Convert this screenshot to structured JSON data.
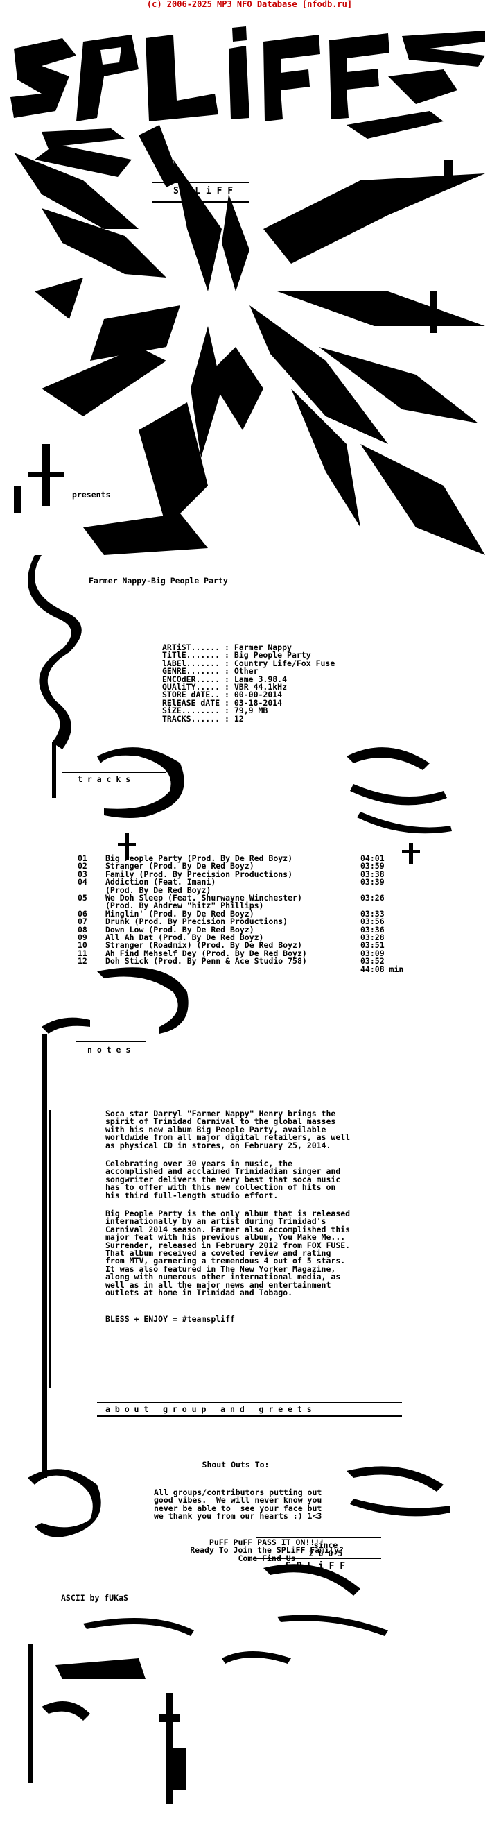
{
  "header": {
    "copyright": "(c) 2006-2025 MP3 NFO Database [nfodb.ru]"
  },
  "brand": {
    "name": "S P L i F F",
    "footer_name": "S P L i F F",
    "since": "since",
    "year": "2 0 0 5"
  },
  "presents": "presents",
  "release": {
    "title": "Farmer Nappy-Big People Party"
  },
  "info": [
    {
      "label": "ARTiST......",
      "value": "Farmer Nappy"
    },
    {
      "label": "TiTlE.......",
      "value": "Big People Party"
    },
    {
      "label": "lABEl.......",
      "value": "Country Life/Fox Fuse"
    },
    {
      "label": "GENRE.......",
      "value": "Other"
    },
    {
      "label": "ENCOdER.....",
      "value": "Lame 3.98.4"
    },
    {
      "label": "QUAliTY.....",
      "value": "VBR 44.1kHz"
    },
    {
      "label": "STORE dATE..",
      "value": "00-00-2014"
    },
    {
      "label": "RElEASE dATE",
      "value": "03-18-2014"
    },
    {
      "label": "SiZE........",
      "value": "79,9 MB"
    },
    {
      "label": "TRACKS......",
      "value": "12"
    }
  ],
  "sections": {
    "tracks": "t r a c k s",
    "notes": "n o t e s",
    "about": "a b o u t   g r o u p   a n d   g r e e t s"
  },
  "tracks": [
    {
      "num": "01",
      "title": "Big People Party (Prod. By De Red Boyz)",
      "time": "04:01"
    },
    {
      "num": "02",
      "title": "Stranger (Prod. By De Red Boyz)",
      "time": "03:59"
    },
    {
      "num": "03",
      "title": "Family (Prod. By Precision Productions)",
      "time": "03:38"
    },
    {
      "num": "04",
      "title": "Addiction (Feat. Imani)",
      "time": "03:39"
    },
    {
      "num": "",
      "title": "(Prod. By De Red Boyz)",
      "time": ""
    },
    {
      "num": "05",
      "title": "We Doh Sleep (Feat. Shurwayne Winchester)",
      "time": "03:26"
    },
    {
      "num": "",
      "title": "(Prod. By Andrew \"hitz\" Phillips)",
      "time": ""
    },
    {
      "num": "06",
      "title": "Minglin' (Prod. By De Red Boyz)",
      "time": "03:33"
    },
    {
      "num": "07",
      "title": "Drunk (Prod. By Precision Productions)",
      "time": "03:56"
    },
    {
      "num": "08",
      "title": "Down Low (Prod. By De Red Boyz)",
      "time": "03:36"
    },
    {
      "num": "09",
      "title": "All Ah Dat (Prod. By De Red Boyz)",
      "time": "03:28"
    },
    {
      "num": "10",
      "title": "Stranger (Roadmix) (Prod. By De Red Boyz)",
      "time": "03:51"
    },
    {
      "num": "11",
      "title": "Ah Find Mehself Dey (Prod. By De Red Boyz)",
      "time": "03:09"
    },
    {
      "num": "12",
      "title": "Doh Stick (Prod. By Penn & Ace Studio 758)",
      "time": "03:52"
    }
  ],
  "total_time": "44:08 min",
  "notes": [
    "Soca star Darryl \"Farmer Nappy\" Henry brings the\nspirit of Trinidad Carnival to the global masses\nwith his new album Big People Party, available\nworldwide from all major digital retailers, as well\nas physical CD in stores, on February 25, 2014.",
    "Celebrating over 30 years in music, the\naccomplished and acclaimed Trinidadian singer and\nsongwriter delivers the very best that soca music\nhas to offer with this new collection of hits on\nhis third full-length studio effort.",
    "Big People Party is the only album that is released\ninternationally by an artist during Trinidad's\nCarnival 2014 season. Farmer also accomplished this\nmajor feat with his previous album, You Make Me...\nSurrender, released in February 2012 from FOX FUSE.\nThat album received a coveted review and rating\nfrom MTV, garnering a tremendous 4 out of 5 stars.\nIt was also featured in The New Yorker Magazine,\nalong with numerous other international media, as\nwell as in all the major news and entertainment\noutlets at home in Trinidad and Tobago.",
    "BLESS + ENJOY = #teamspliff"
  ],
  "greets": {
    "heading": "Shout Outs To:",
    "body": "All groups/contributors putting out\ngood vibes.  We will never know you\nnever be able to  see your face but\nwe thank you from our hearts :) 1<3",
    "pass": "PuFF PuFF PASS IT ON!!!!\nReady To Join the SPLiFF Family?\nCome Find Us"
  },
  "credit": "ASCII by fUKaS"
}
